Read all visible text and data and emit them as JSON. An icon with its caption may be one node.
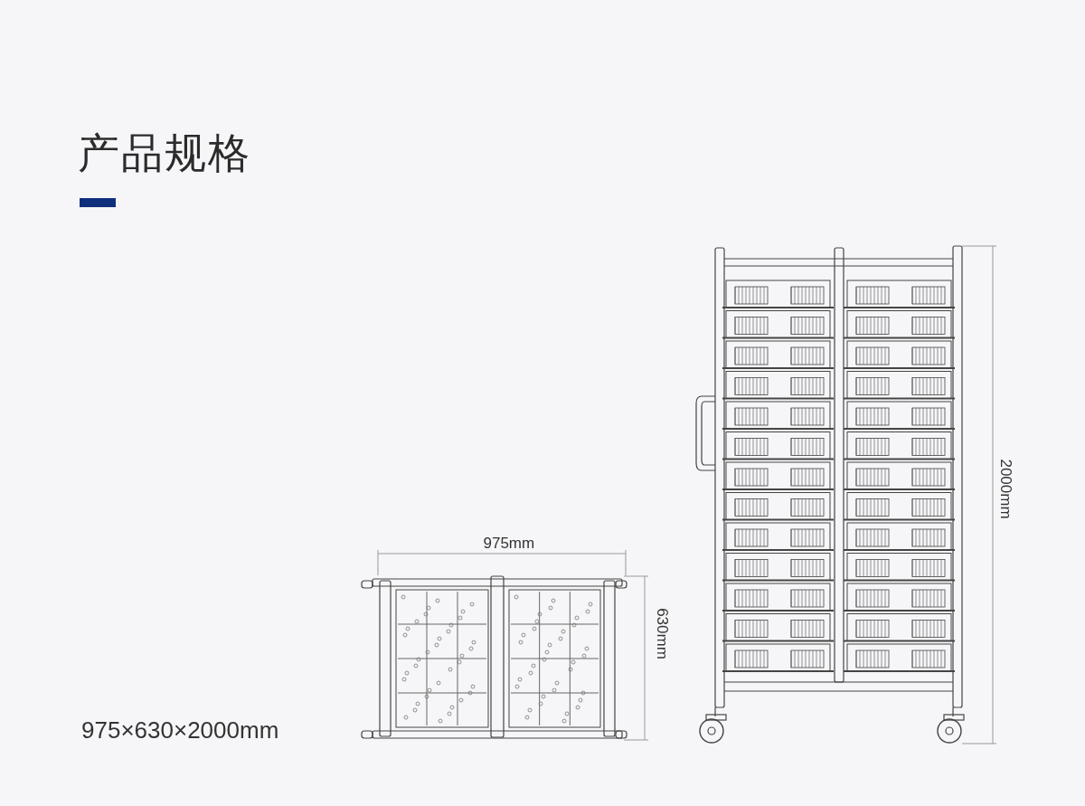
{
  "diagram": {
    "title": "产品规格",
    "labels": [
      "2000mm",
      "975mm",
      "630mm",
      "975×630×2000mm"
    ]
  }
}
